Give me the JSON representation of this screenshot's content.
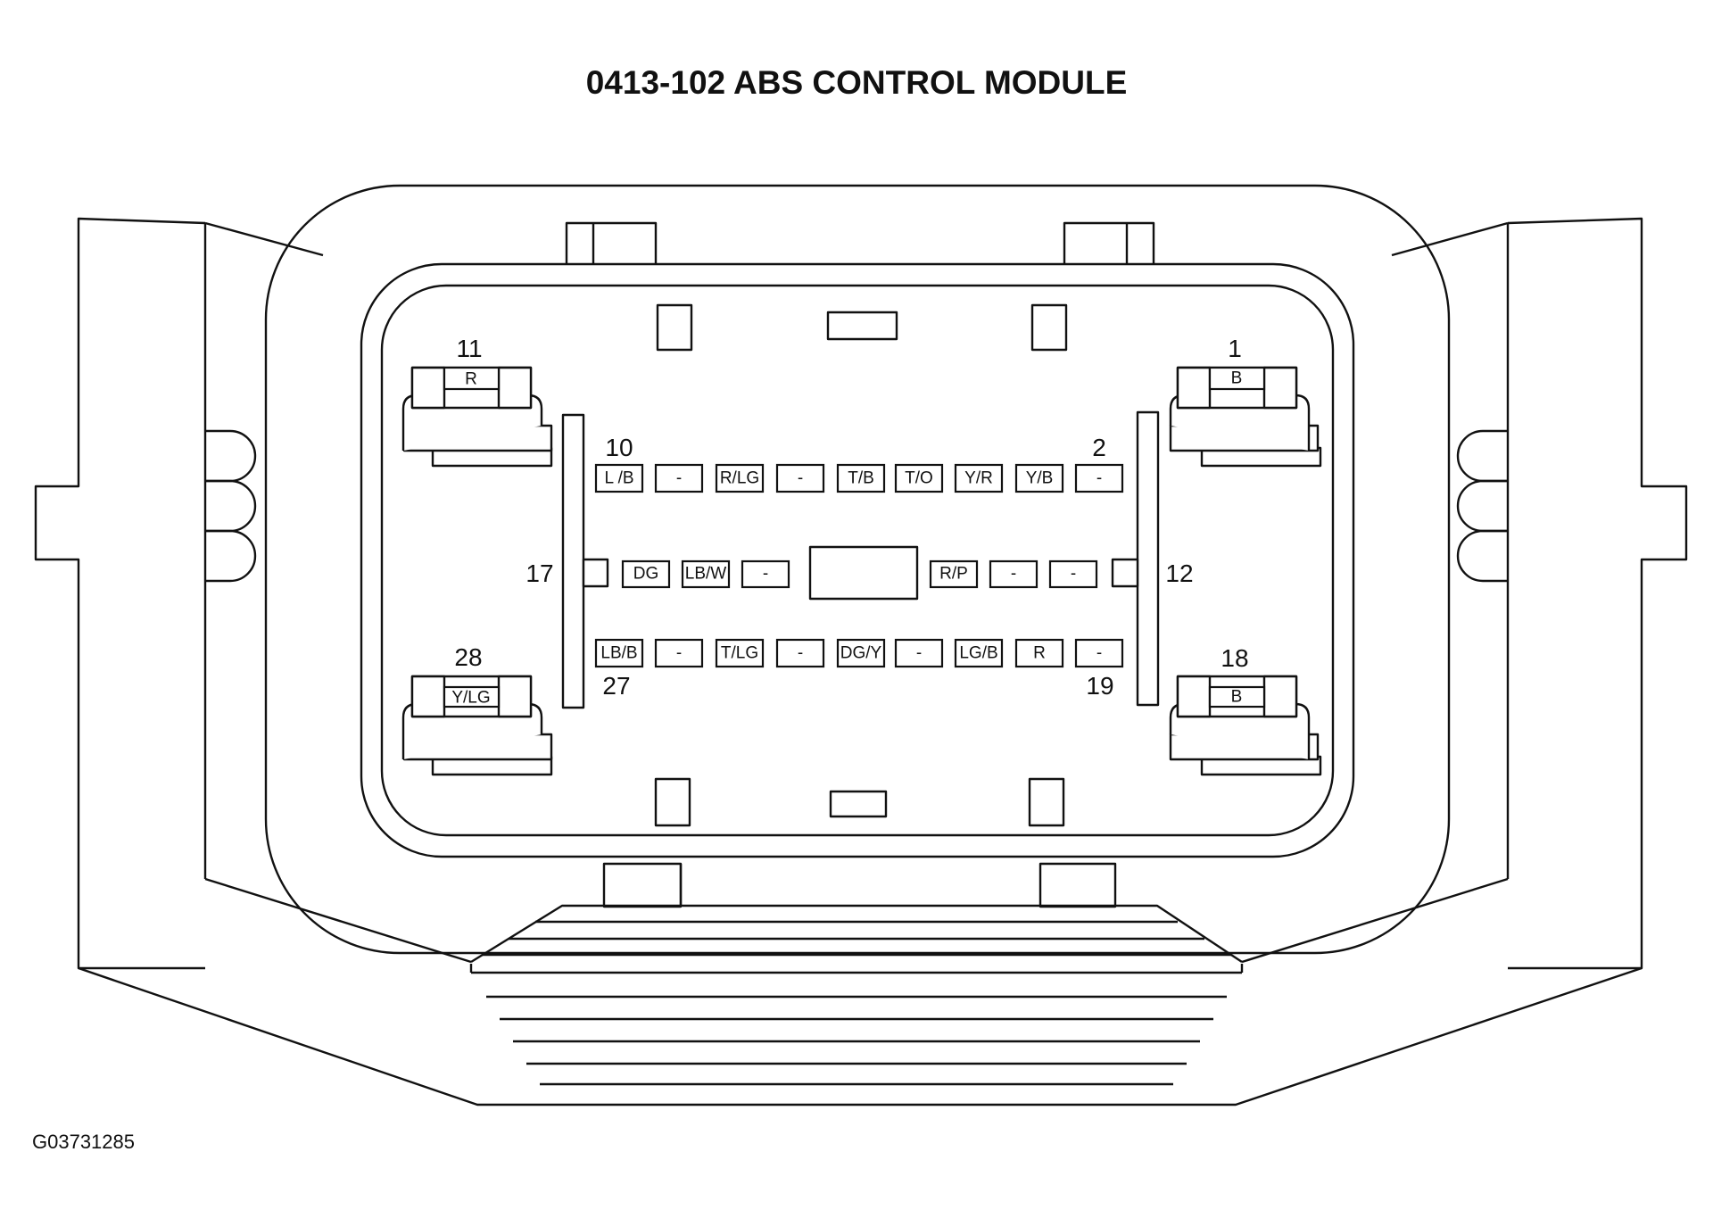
{
  "title": "0413-102 ABS CONTROL MODULE",
  "figure_id": "G03731285",
  "pin_numbers": {
    "p1": "1",
    "p2": "2",
    "p10": "10",
    "p11": "11",
    "p12": "12",
    "p17": "17",
    "p18": "18",
    "p19": "19",
    "p27": "27",
    "p28": "28"
  },
  "latches": {
    "pin11": "R",
    "pin1": "B",
    "pin28": "Y/LG",
    "pin18": "B"
  },
  "rows": {
    "top": [
      "L /B",
      "-",
      "R/LG",
      "-",
      "T/B",
      "T/O",
      "Y/R",
      "Y/B",
      "-"
    ],
    "middle_left": [
      "DG",
      "LB/W",
      "-"
    ],
    "middle_right": [
      "R/P",
      "-",
      "-"
    ],
    "bottom": [
      "LB/B",
      "-",
      "T/LG",
      "-",
      "DG/Y",
      "-",
      "LG/B",
      "R",
      "-"
    ]
  }
}
